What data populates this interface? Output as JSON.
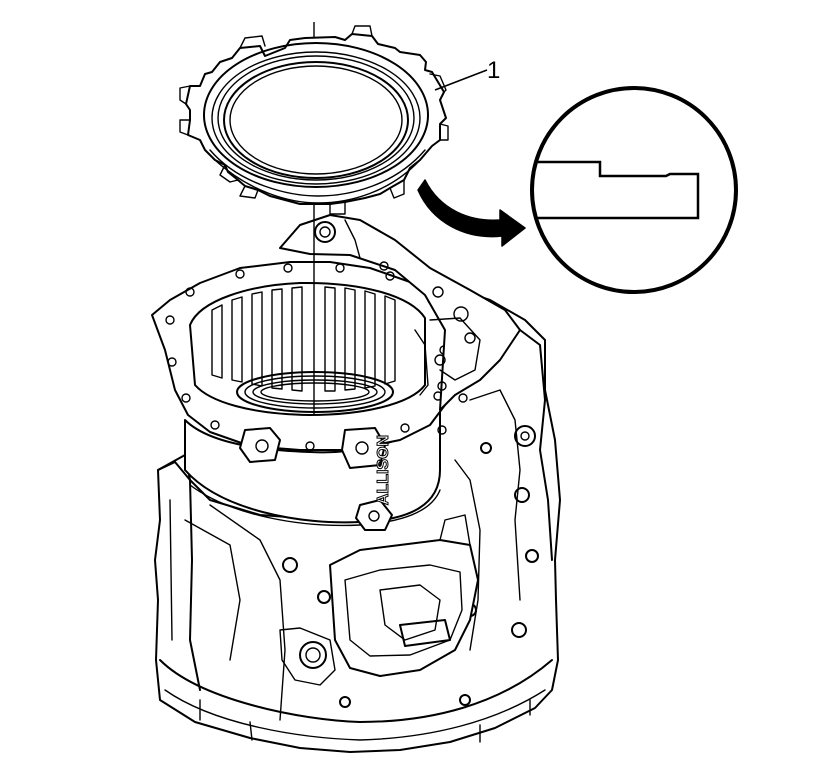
{
  "figure": {
    "callouts": [
      {
        "id": "1",
        "label": "1"
      }
    ],
    "housing_lettering": "ALLISON"
  },
  "colors": {
    "line": "#000000",
    "background": "#ffffff"
  }
}
